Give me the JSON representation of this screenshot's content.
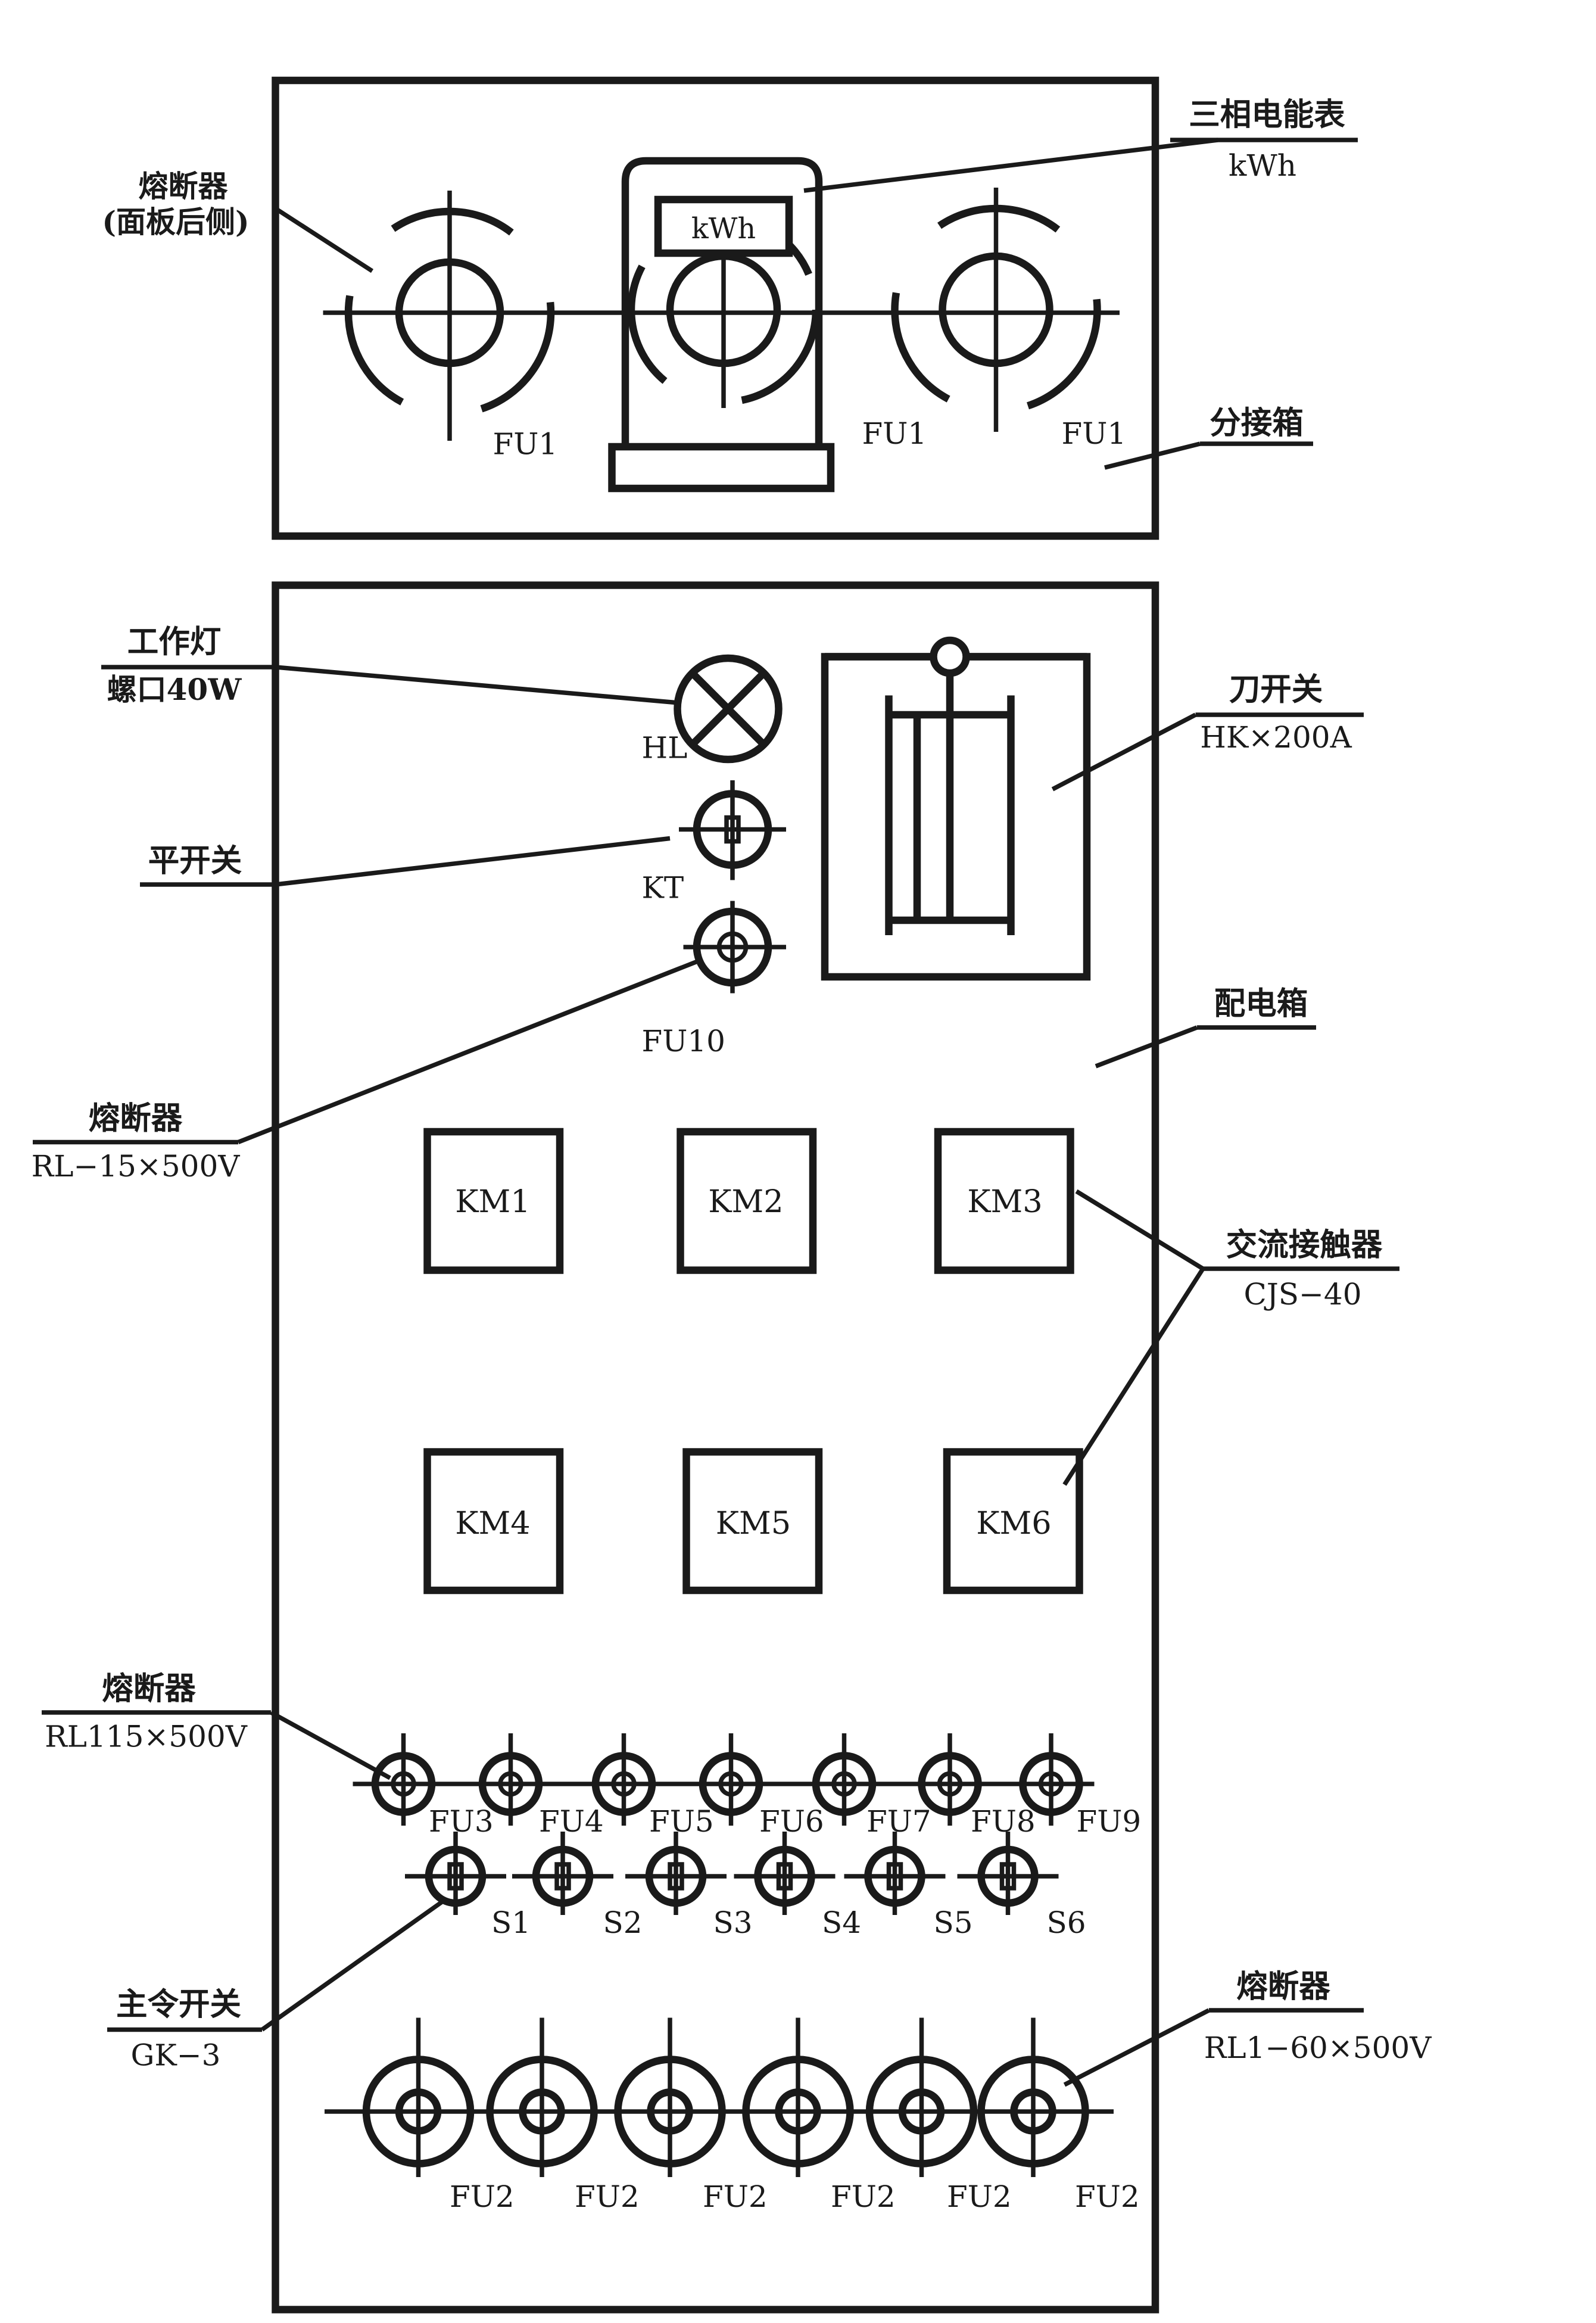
{
  "top_panel": {
    "meter_title": "三相电能表",
    "meter_unit": "kWh",
    "meter_face": "kWh",
    "fuse_title_1": "熔断器",
    "fuse_title_2": "(面板后侧)",
    "fu1_labels": [
      "FU1",
      "FU1",
      "FU1"
    ],
    "box_label": "分接箱"
  },
  "bottom_panel": {
    "lamp_title": "工作灯",
    "lamp_spec": "螺口40W",
    "lamp_code": "HL",
    "switch_title": "平开关",
    "switch_code": "KT",
    "fu10_code": "FU10",
    "fuse10_title": "熔断器",
    "fuse10_spec": "RL−15×500V",
    "knife_title": "刀开关",
    "knife_spec": "HK×200A",
    "box_label": "配电箱",
    "contactors": [
      "KM1",
      "KM2",
      "KM3",
      "KM4",
      "KM5",
      "KM6"
    ],
    "contactor_title": "交流接触器",
    "contactor_spec": "CJS−40",
    "small_fuse_title": "熔断器",
    "small_fuse_spec": "RL115×500V",
    "small_fuses": [
      "FU3",
      "FU4",
      "FU5",
      "FU6",
      "FU7",
      "FU8",
      "FU9"
    ],
    "switches": [
      "S1",
      "S2",
      "S3",
      "S4",
      "S5",
      "S6"
    ],
    "master_title": "主令开关",
    "master_spec": "GK−3",
    "big_fuse_title": "熔断器",
    "big_fuse_spec": "RL1−60×500V",
    "big_fuses": [
      "FU2",
      "FU2",
      "FU2",
      "FU2",
      "FU2",
      "FU2"
    ]
  }
}
